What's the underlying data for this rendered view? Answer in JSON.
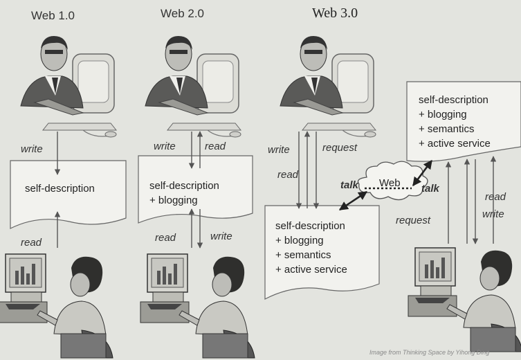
{
  "titles": {
    "web1": "Web 1.0",
    "web2": "Web 2.0",
    "web3": "Web 3.0"
  },
  "web1": {
    "write_label": "write",
    "read_label": "read",
    "doc_lines": [
      "self-description"
    ]
  },
  "web2": {
    "write_top_label": "write",
    "read_top_label": "read",
    "read_bottom_label": "read",
    "write_bottom_label": "write",
    "doc_lines": [
      "self-description",
      "+ blogging"
    ]
  },
  "web3": {
    "write_label": "write",
    "request_label": "request",
    "read_label": "read",
    "talk_left_label": "talk",
    "talk_right_label": "talk",
    "cloud_label": "Web",
    "doc_left_lines": [
      "self-description",
      "+ blogging",
      "+ semantics",
      "+ active service"
    ],
    "doc_right_lines": [
      "self-description",
      "+ blogging",
      "+ semantics",
      "+ active service"
    ],
    "right_read_label": "read",
    "right_request_label": "request",
    "right_write_label": "write"
  },
  "credit": "Image from Thinking Space by Yihong Ding",
  "colors": {
    "background": "#e3e4df",
    "document_fill": "#f2f2ee",
    "arrow": "#555555",
    "talk_arrow": "#222222"
  },
  "icons": [
    "businessman-at-computer-icon",
    "woman-at-computer-icon",
    "cloud-icon"
  ]
}
